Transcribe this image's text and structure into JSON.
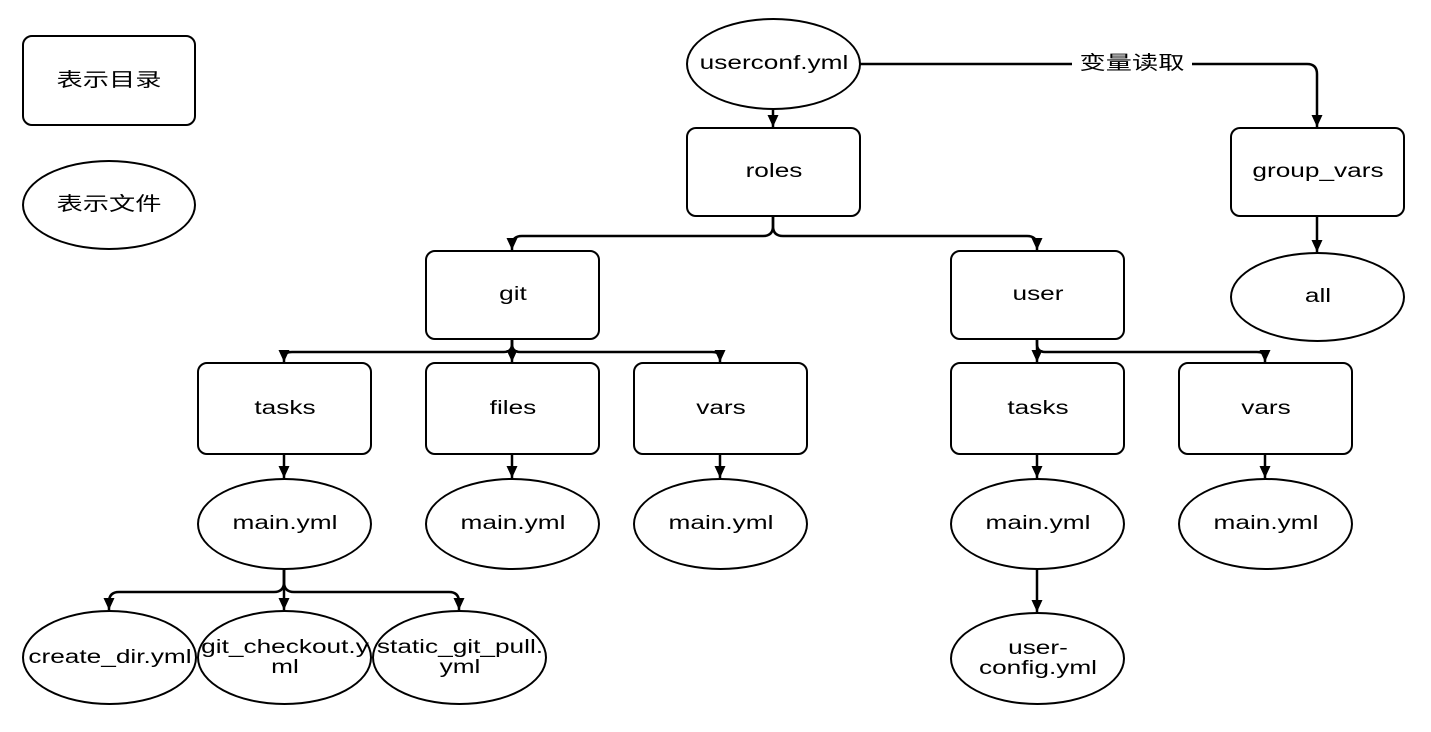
{
  "colors": {
    "line": "#000000",
    "background": "#ffffff"
  },
  "legend": {
    "directory": "表示目录",
    "file": "表示文件"
  },
  "nodes": {
    "userconf": "userconf.yml",
    "roles": "roles",
    "group_vars": "group_vars",
    "all": "all",
    "git": "git",
    "user": "user",
    "git_tasks": "tasks",
    "git_files": "files",
    "git_vars": "vars",
    "user_tasks": "tasks",
    "user_vars": "vars",
    "git_tasks_main": "main.yml",
    "git_files_main": "main.yml",
    "git_vars_main": "main.yml",
    "user_tasks_main": "main.yml",
    "user_vars_main": "main.yml",
    "create_dir": "create_dir.yml",
    "git_checkout": "git_checkout.yml",
    "static_git_pull": "static_git_pull.yml",
    "user_config": "user-config.yml"
  },
  "edge_labels": {
    "variable_read": "变量读取"
  }
}
